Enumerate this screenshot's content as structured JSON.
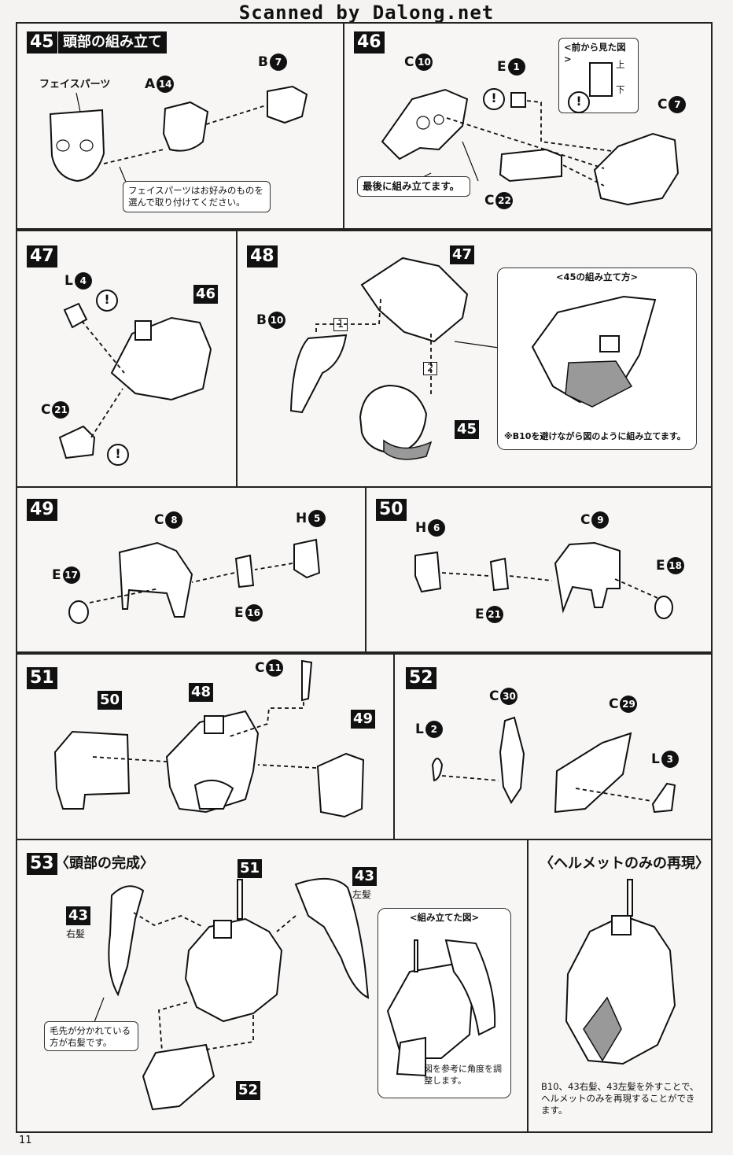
{
  "header": {
    "scan_text": "Scanned by Dalong.net"
  },
  "page_number": "11",
  "steps": {
    "s45": {
      "num": "45",
      "title": "頭部の組み立て",
      "face_label": "フェイスパーツ",
      "a": "A",
      "a_n": "14",
      "b": "B",
      "b_n": "7",
      "note": "フェイスパーツはお好みのものを選んで取り付けてください。"
    },
    "s46": {
      "num": "46",
      "c1": "C",
      "c1_n": "10",
      "e": "E",
      "e_n": "1",
      "c2": "C",
      "c2_n": "7",
      "c3": "C",
      "c3_n": "22",
      "front_title": "<前から見た図>",
      "up": "上",
      "down": "下",
      "note": "最後に組み立てます。"
    },
    "s47": {
      "num": "47",
      "l": "L",
      "l_n": "4",
      "ref": "46",
      "c": "C",
      "c_n": "21"
    },
    "s48": {
      "num": "48",
      "b": "B",
      "b_n": "10",
      "ref1": "47",
      "ref2": "45",
      "order1": "1",
      "order2": "2",
      "detail_title": "<45の組み立て方>",
      "detail_note": "※B10を避けながら図のように組み立てます。"
    },
    "s49": {
      "num": "49",
      "c": "C",
      "c_n": "8",
      "h": "H",
      "h_n": "5",
      "e1": "E",
      "e1_n": "17",
      "e2": "E",
      "e2_n": "16"
    },
    "s50": {
      "num": "50",
      "h": "H",
      "h_n": "6",
      "c": "C",
      "c_n": "9",
      "e1": "E",
      "e1_n": "18",
      "e2": "E",
      "e2_n": "21"
    },
    "s51": {
      "num": "51",
      "ref1": "50",
      "ref2": "48",
      "ref3": "49",
      "c": "C",
      "c_n": "11"
    },
    "s52": {
      "num": "52",
      "c1": "C",
      "c1_n": "30",
      "c2": "C",
      "c2_n": "29",
      "l1": "L",
      "l1_n": "2",
      "l2": "L",
      "l2_n": "3"
    },
    "s53": {
      "num": "53",
      "title": "〈頭部の完成〉",
      "ref51": "51",
      "ref43a": "43",
      "right_hair": "右髪",
      "ref43b": "43",
      "left_hair": "左髪",
      "ref52": "52",
      "note": "毛先が分かれている方が右髪です。",
      "assembled_title": "<組み立てた図>",
      "assembled_note": "図を参考に角度を調整します。"
    },
    "helmet": {
      "title": "〈ヘルメットのみの再現〉",
      "note": "B10、43右髪、43左髪を外すことで、ヘルメットのみを再現することができます。"
    }
  }
}
